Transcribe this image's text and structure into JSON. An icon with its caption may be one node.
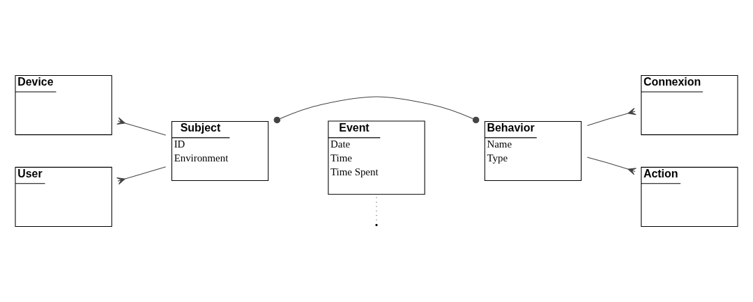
{
  "diagram": {
    "nodes": [
      {
        "text": [
          "Device"
        ]
      },
      {
        "text": [
          "User"
        ]
      },
      {
        "text": [
          "Subject",
          "ID",
          "Environment"
        ]
      },
      {
        "text": [
          "Behavior",
          "Name",
          "Type"
        ]
      },
      {
        "text": [
          "Connexion"
        ]
      },
      {
        "text": [
          "Action"
        ]
      },
      {
        "text": [
          "Event",
          "Date",
          "Time",
          "Time Spent"
        ]
      }
    ],
    "edges": [
      {
        "from": 0,
        "to": 2,
        "arrow": "other"
      },
      {
        "from": 1,
        "to": 2,
        "arrow": "other"
      },
      {
        "from": 2,
        "to": 3,
        "arrow": "other"
      },
      {
        "from": 4,
        "to": 3,
        "arrow": "other"
      },
      {
        "from": 5,
        "to": 3,
        "arrow": "other"
      },
      {
        "from": 6,
        "to": null,
        "arrow": "none",
        "style": "dashed"
      }
    ]
  }
}
